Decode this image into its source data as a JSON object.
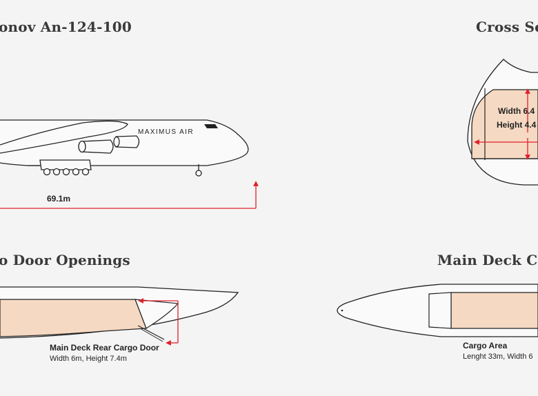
{
  "sections": {
    "aircraft_title": "onov An-124-100",
    "cross_section_title": "Cross Sec",
    "door_openings_title": "o Door Openings",
    "main_deck_title": "Main Deck Cab"
  },
  "aircraft": {
    "livery": "MAXIMUS AIR",
    "length": "69.1m"
  },
  "cross_section": {
    "width_label": "Width 6.4",
    "height_label": "Height 4.4"
  },
  "rear_door": {
    "title": "Main Deck Rear Cargo Door",
    "dims": "Width 6m, Height 7.4m"
  },
  "cargo_area": {
    "title": "Cargo Area",
    "dims": "Lenght 33m, Width 6"
  },
  "colors": {
    "accent_red": "#e0202a",
    "cargo_fill": "#f5d9c3",
    "outline": "#222222"
  }
}
